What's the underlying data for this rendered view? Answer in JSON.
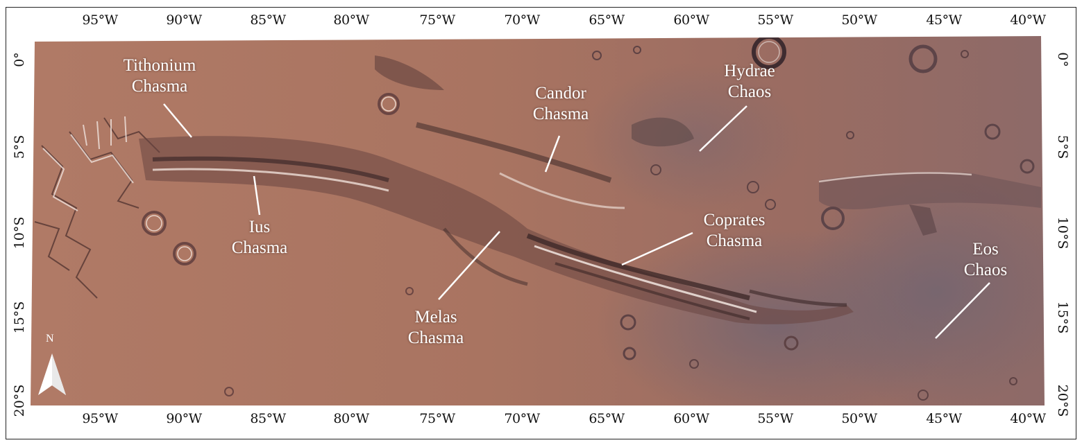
{
  "map": {
    "top_ticks": [
      "95°W",
      "90°W",
      "85°W",
      "80°W",
      "75°W",
      "70°W",
      "65°W",
      "60°W",
      "55°W",
      "50°W",
      "45°W",
      "40°W"
    ],
    "bottom_ticks": [
      "95°W",
      "90°W",
      "85°W",
      "80°W",
      "75°W",
      "70°W",
      "65°W",
      "60°W",
      "55°W",
      "50°W",
      "45°W",
      "40°W"
    ],
    "left_ticks": [
      "0°",
      "5°S",
      "10°S",
      "15°S",
      "20°S"
    ],
    "right_ticks": [
      "0°",
      "5°S",
      "10°S",
      "15°S",
      "20°S"
    ],
    "labels": [
      {
        "id": "tithonium",
        "line1": "Tithonium",
        "line2": "Chasma"
      },
      {
        "id": "candor",
        "line1": "Candor",
        "line2": "Chasma"
      },
      {
        "id": "hydrae",
        "line1": "Hydrae",
        "line2": "Chaos"
      },
      {
        "id": "ius",
        "line1": "Ius",
        "line2": "Chasma"
      },
      {
        "id": "coprates",
        "line1": "Coprates",
        "line2": "Chasma"
      },
      {
        "id": "melas",
        "line1": "Melas",
        "line2": "Chasma"
      },
      {
        "id": "eos",
        "line1": "Eos",
        "line2": "Chaos"
      }
    ],
    "north_arrow": "N",
    "colors": {
      "surface": "#a9725f",
      "canyon_dark": "#4e3434",
      "canyon_light": "#e8d8d0",
      "plains_blue": "#7f6f78"
    }
  }
}
